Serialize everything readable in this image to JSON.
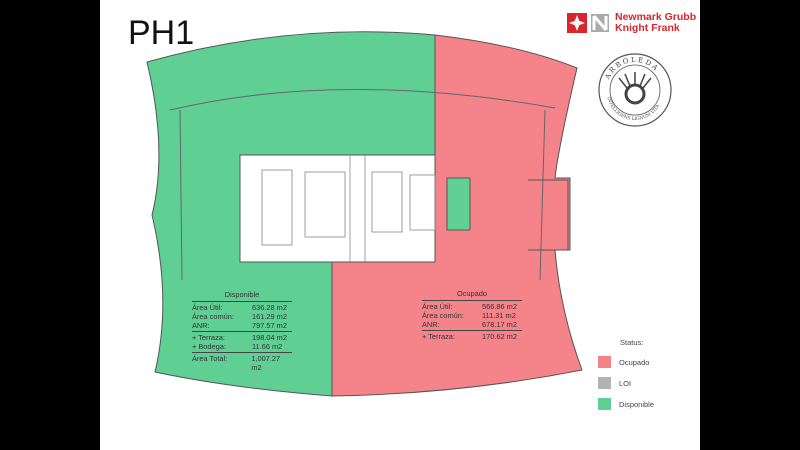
{
  "title": "PH1",
  "logo": {
    "line1": "Newmark Grubb",
    "line2": "Knight Frank"
  },
  "seal": {
    "top": "ARBOLEDA",
    "bottom": "INTELLIGENS LIGNUM VITA"
  },
  "colors": {
    "disponible": "#5fcf94",
    "ocupado": "#f5838a",
    "loi": "#b3b3b3",
    "brand": "#d9262b"
  },
  "disponible": {
    "heading": "Disponible",
    "rows": [
      {
        "label": "Área Útil:",
        "value": "636.28 m2"
      },
      {
        "label": "Área común:",
        "value": "161.29 m2"
      },
      {
        "label": "ANR:",
        "value": "797.57 m2"
      }
    ],
    "extras": [
      {
        "label": "+ Terraza:",
        "value": "198.04 m2"
      },
      {
        "label": "+ Bodega:",
        "value": "11.66 m2"
      }
    ],
    "total": {
      "label": "Área Total:",
      "value": "1,007.27 m2"
    }
  },
  "ocupado": {
    "heading": "Ocupado",
    "rows": [
      {
        "label": "Área Útil:",
        "value": "566.86 m2"
      },
      {
        "label": "Área común:",
        "value": "111.31 m2"
      },
      {
        "label": "ANR:",
        "value": "678.17 m2"
      }
    ],
    "extras": [
      {
        "label": "+ Terraza:",
        "value": "170.62 m2"
      }
    ]
  },
  "legend": {
    "title": "Status:",
    "items": [
      {
        "label": "Ocupado",
        "color": "#f5838a"
      },
      {
        "label": "LOI",
        "color": "#b3b3b3"
      },
      {
        "label": "Disponible",
        "color": "#5fcf94"
      }
    ]
  }
}
